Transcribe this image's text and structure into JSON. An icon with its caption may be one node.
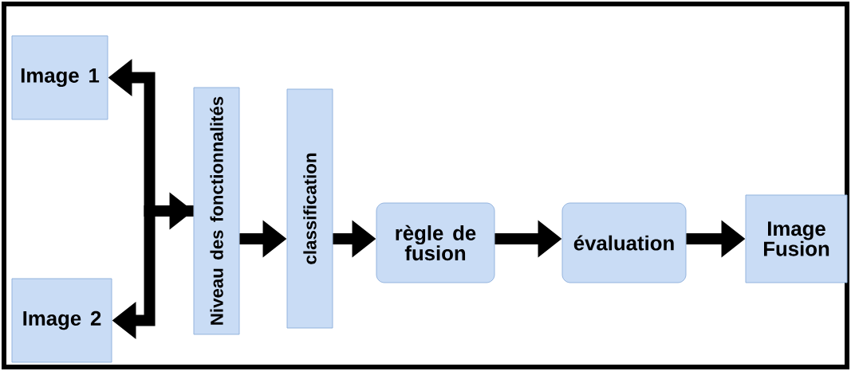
{
  "diagram": {
    "nodes": [
      {
        "text": [
          "Image 1"
        ]
      },
      {
        "text": [
          "Image 2"
        ]
      },
      {
        "text": [
          "Niveau des fonctionnalités"
        ]
      },
      {
        "text": [
          "classification"
        ]
      },
      {
        "text": [
          "règle de fusion"
        ]
      },
      {
        "text": [
          "évaluation"
        ]
      },
      {
        "text": [
          "Image Fusion"
        ]
      }
    ],
    "edges": [
      {
        "from": 2,
        "to": 0,
        "arrow": "both"
      },
      {
        "from": 2,
        "to": 1,
        "arrow": "to"
      },
      {
        "from": 2,
        "to": 3,
        "arrow": "to"
      },
      {
        "from": 3,
        "to": 4,
        "arrow": "to"
      },
      {
        "from": 4,
        "to": 5,
        "arrow": "to"
      },
      {
        "from": 5,
        "to": 6,
        "arrow": "to"
      }
    ]
  }
}
